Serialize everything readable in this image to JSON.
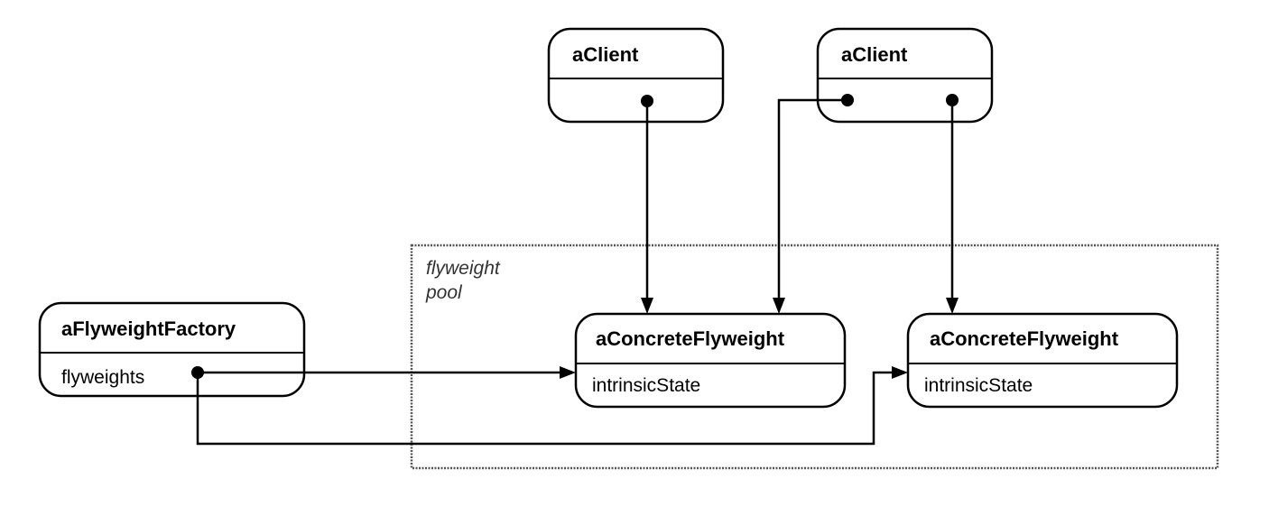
{
  "pool": {
    "label_line1": "flyweight",
    "label_line2": "pool"
  },
  "clients": [
    {
      "name": "aClient"
    },
    {
      "name": "aClient"
    }
  ],
  "factory": {
    "name": "aFlyweightFactory",
    "attribute": "flyweights"
  },
  "flyweights": [
    {
      "name": "aConcreteFlyweight",
      "attribute": "intrinsicState"
    },
    {
      "name": "aConcreteFlyweight",
      "attribute": "intrinsicState"
    }
  ]
}
